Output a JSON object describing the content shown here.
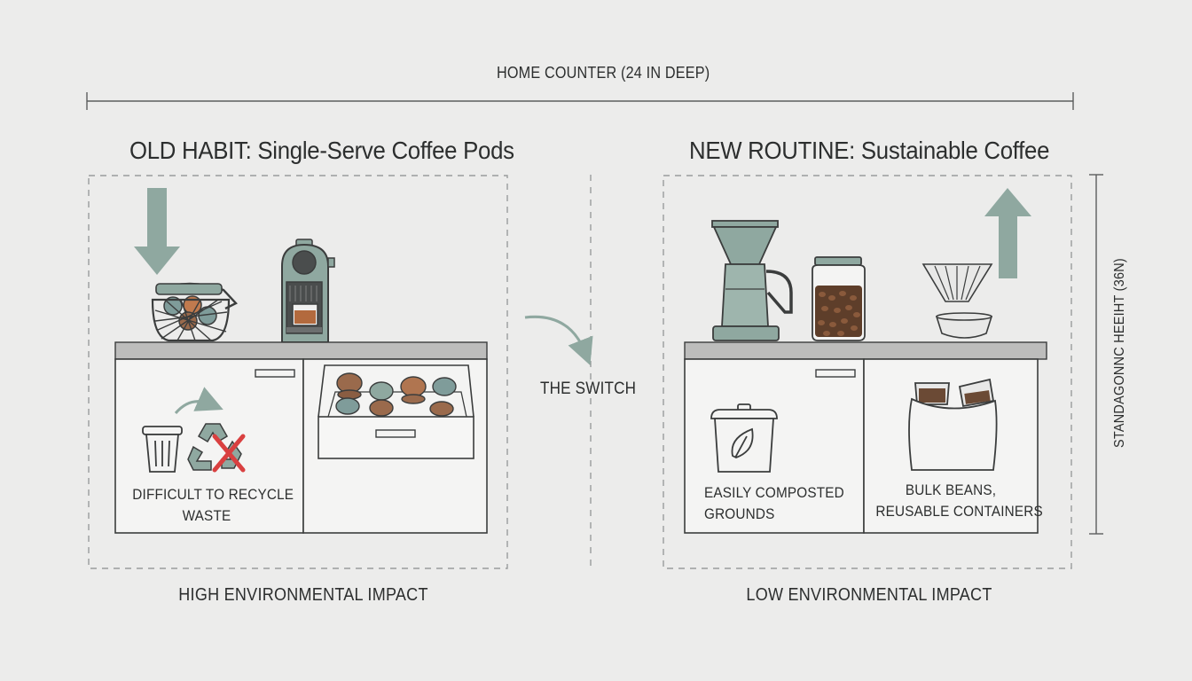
{
  "counter_label": "HOME COUNTER (24 IN DEEP)",
  "height_label": "STANDAGONNC HEEIHT (36N)",
  "switch_label": "THE SWITCH",
  "old": {
    "title": "OLD HABIT: Single-Serve Coffee Pods",
    "waste_label_line1": "DIFFICULT TO RECYCLE",
    "waste_label_line2": "WASTE",
    "impact": "HIGH ENVIRONMENTAL IMPACT"
  },
  "new": {
    "title": "NEW ROUTINE: Sustainable Coffee",
    "compost_label_line1": "EASILY COMPOSTED",
    "compost_label_line2": "GROUNDS",
    "bulk_label_line1": "BULK BEANS,",
    "bulk_label_line2": "REUSABLE CONTAINERS",
    "impact": "LOW ENVIRONMENTAL IMPACT"
  },
  "colors": {
    "sage": "#8fa8a0",
    "sage_dark": "#6f8a82",
    "counter_top": "#bdbdbc",
    "cabinet": "#f4f4f3",
    "line": "#3b3d3d",
    "red_x": "#d94040",
    "coffee": "#6b4a35",
    "pod_brown": "#9a6a4c",
    "pod_teal": "#7f9c9a"
  },
  "icons": [
    "down-arrow-icon",
    "up-arrow-icon",
    "curved-arrow-icon",
    "trash-bin-icon",
    "recycle-icon",
    "leaf-icon"
  ]
}
